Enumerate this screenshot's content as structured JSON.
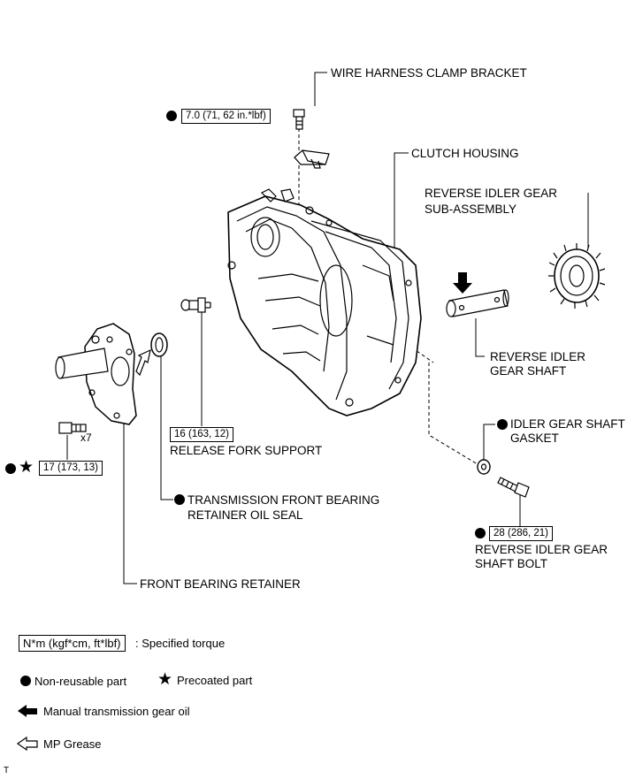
{
  "labels": {
    "wire_harness_clamp_bracket": "WIRE HARNESS CLAMP BRACKET",
    "clutch_housing": "CLUTCH HOUSING",
    "reverse_idler_gear_sub_1": "REVERSE IDLER GEAR",
    "reverse_idler_gear_sub_2": "SUB-ASSEMBLY",
    "reverse_idler_gear_shaft_1": "REVERSE IDLER",
    "reverse_idler_gear_shaft_2": "GEAR SHAFT",
    "idler_gear_shaft_gasket_1": "IDLER GEAR SHAFT",
    "idler_gear_shaft_gasket_2": "GASKET",
    "release_fork_support": "RELEASE FORK SUPPORT",
    "tfb_oil_seal_1": "TRANSMISSION FRONT BEARING",
    "tfb_oil_seal_2": "RETAINER OIL SEAL",
    "reverse_idler_gear_shaft_bolt_1": "REVERSE IDLER GEAR",
    "reverse_idler_gear_shaft_bolt_2": "SHAFT BOLT",
    "front_bearing_retainer": "FRONT BEARING RETAINER",
    "bolt_qty": "x7"
  },
  "torques": {
    "clamp_bracket_bolt": "7.0 (71, 62 in.*lbf)",
    "release_fork_support": "16 (163, 12)",
    "front_bearing_retainer_bolt": "17 (173, 13)",
    "reverse_idler_gear_shaft_bolt": "28 (286, 21)"
  },
  "legend": {
    "torque_box": "N*m (kgf*cm, ft*lbf)",
    "torque_desc": ": Specified torque",
    "non_reusable": "Non-reusable part",
    "precoated": "Precoated part",
    "gear_oil": "Manual transmission gear oil",
    "mp_grease": "MP Grease"
  },
  "footer": "T"
}
